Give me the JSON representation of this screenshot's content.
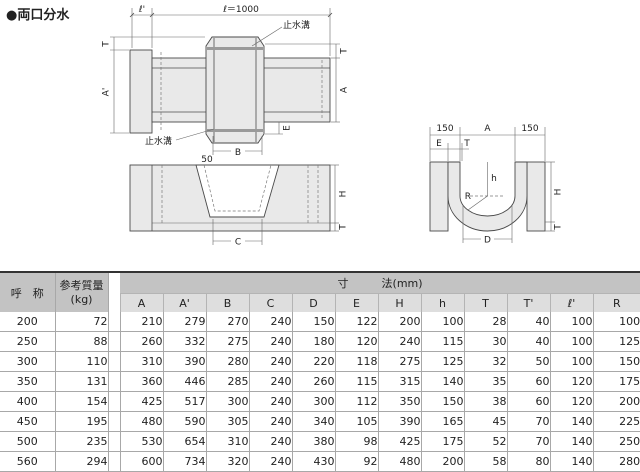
{
  "title": "●両口分水",
  "colors": {
    "drawing_fill": "#e9e9e9",
    "header_dark": "#c3c3c3",
    "header_light": "#dedede",
    "rule": "#a8a8a8"
  },
  "drawings": {
    "plan": {
      "l_prime": "ℓ'",
      "length": "ℓ＝1000",
      "groove_top": "止水溝",
      "groove_bottom": "止水溝",
      "T_left": "T",
      "A_prime": "A'",
      "A": "A",
      "T_right": "T",
      "E": "E",
      "fifty": "50",
      "B": "B"
    },
    "elevation": {
      "H": "H",
      "T": "T",
      "C": "C"
    },
    "section": {
      "w_left": "150",
      "A": "A",
      "w_right": "150",
      "E": "E",
      "T": "T",
      "h": "h",
      "R": "R",
      "H": "H",
      "D": "D",
      "T_bottom": "T"
    }
  },
  "table": {
    "header": {
      "name": "呼　称",
      "mass_1": "参考質量",
      "mass_2": "(kg)",
      "dims": "寸　　　法(mm)",
      "cols": [
        "A",
        "A'",
        "B",
        "C",
        "D",
        "E",
        "H",
        "h",
        "T",
        "T'",
        "ℓ'",
        "R"
      ]
    },
    "rows": [
      {
        "name": "200",
        "mass": "72",
        "dims": [
          "210",
          "279",
          "270",
          "240",
          "150",
          "122",
          "200",
          "100",
          "28",
          "40",
          "100",
          "100"
        ]
      },
      {
        "name": "250",
        "mass": "88",
        "dims": [
          "260",
          "332",
          "275",
          "240",
          "180",
          "120",
          "240",
          "115",
          "30",
          "40",
          "100",
          "125"
        ]
      },
      {
        "name": "300",
        "mass": "110",
        "dims": [
          "310",
          "390",
          "280",
          "240",
          "220",
          "118",
          "275",
          "125",
          "32",
          "50",
          "100",
          "150"
        ]
      },
      {
        "name": "350",
        "mass": "131",
        "dims": [
          "360",
          "446",
          "285",
          "240",
          "260",
          "115",
          "315",
          "140",
          "35",
          "60",
          "120",
          "175"
        ]
      },
      {
        "name": "400",
        "mass": "154",
        "dims": [
          "425",
          "517",
          "300",
          "240",
          "300",
          "112",
          "350",
          "150",
          "38",
          "60",
          "120",
          "200"
        ]
      },
      {
        "name": "450",
        "mass": "195",
        "dims": [
          "480",
          "590",
          "305",
          "240",
          "340",
          "105",
          "390",
          "165",
          "45",
          "70",
          "140",
          "225"
        ]
      },
      {
        "name": "500",
        "mass": "235",
        "dims": [
          "530",
          "654",
          "310",
          "240",
          "380",
          "98",
          "425",
          "175",
          "52",
          "70",
          "140",
          "250"
        ]
      },
      {
        "name": "560",
        "mass": "294",
        "dims": [
          "600",
          "734",
          "320",
          "240",
          "430",
          "92",
          "480",
          "200",
          "58",
          "80",
          "140",
          "280"
        ]
      }
    ]
  }
}
